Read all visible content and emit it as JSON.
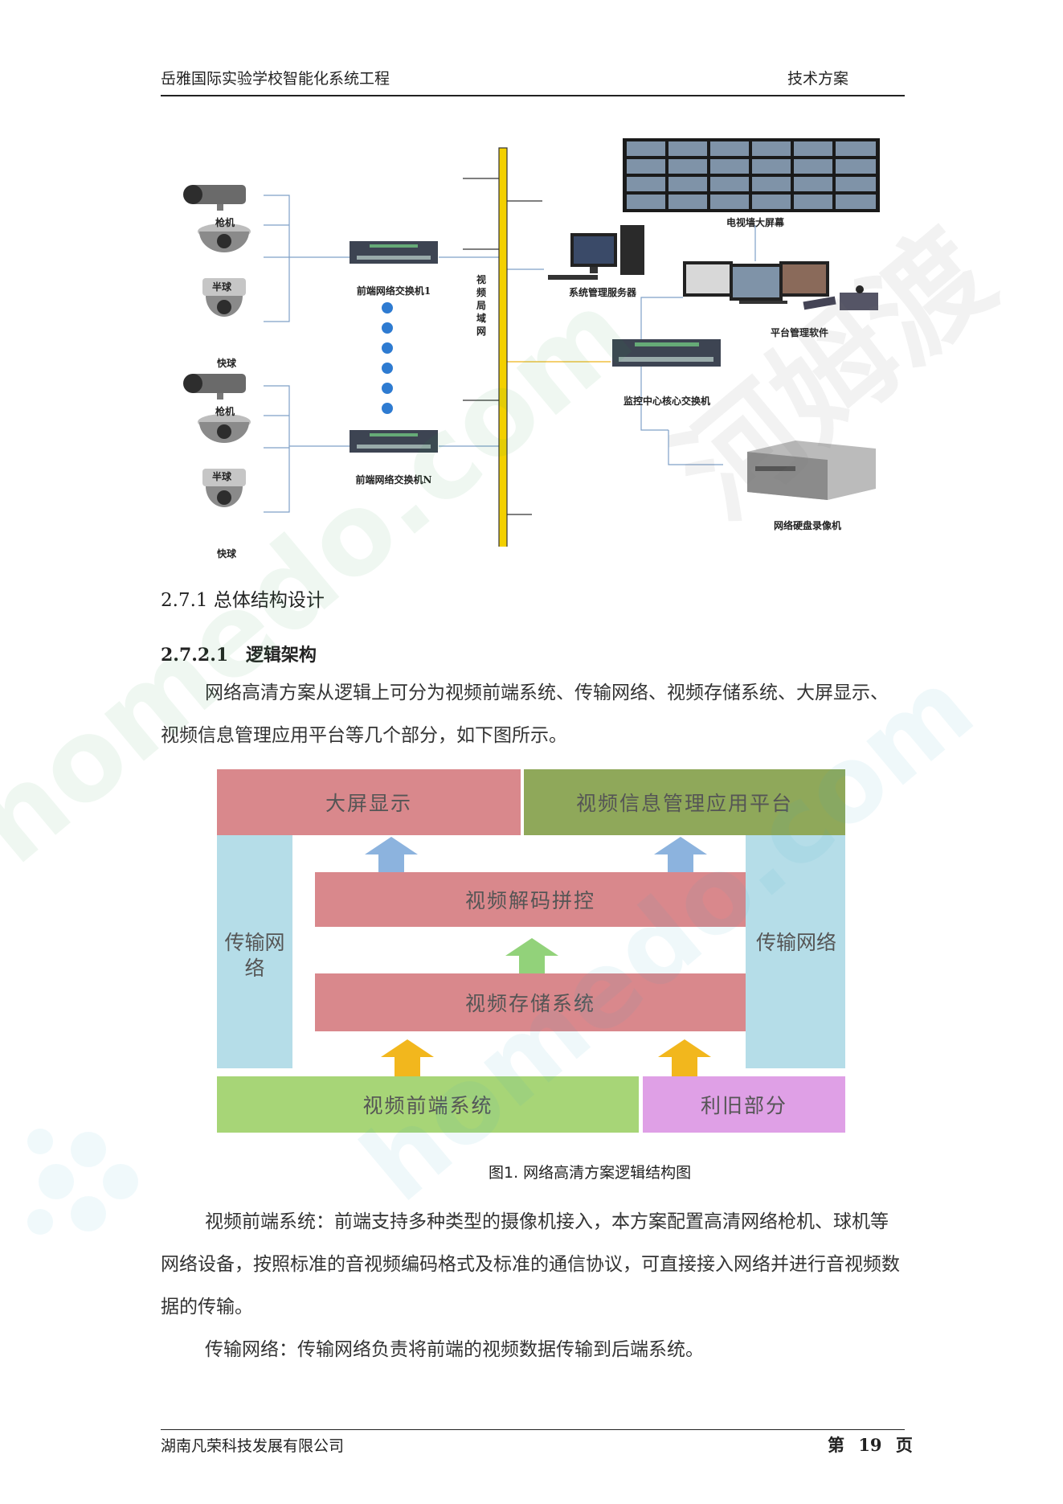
{
  "header": {
    "left": "岳雅国际实验学校智能化系统工程",
    "right": "技术方案"
  },
  "network_diagram": {
    "cameras": [
      "枪机",
      "半球",
      "快球",
      "枪机",
      "半球",
      "快球"
    ],
    "switch_1": "前端网络交换机1",
    "switch_n": "前端网络交换机N",
    "lan_label": "视频局域网",
    "server": "系统管理服务器",
    "video_wall": "电视墙大屏幕",
    "platform": "平台管理软件",
    "core_switch": "监控中心核心交换机",
    "nvr": "网络硬盘录像机"
  },
  "section": {
    "heading_1": "2.7.1 总体结构设计",
    "heading_2_num": "2.7.2.1",
    "heading_2_text": "逻辑架构",
    "intro": "网络高清方案从逻辑上可分为视频前端系统、传输网络、视频存储系统、大屏显示、视频信息管理应用平台等几个部分，如下图所示。"
  },
  "logic_diagram": {
    "big_screen": "大屏显示",
    "platform": "视频信息管理应用平台",
    "decode": "视频解码拼控",
    "storage": "视频存储系统",
    "frontend": "视频前端系统",
    "reuse": "利旧部分",
    "transport_left": "传输网络",
    "transport_right": "传输网络",
    "colors": {
      "pink": "#d9888c",
      "green_dark": "#8fa85a",
      "green_light": "#a7d577",
      "blue_light": "#b5dde8",
      "purple": "#dfa0e6",
      "arrow_blue": "#8cb3de",
      "arrow_green": "#92d27a",
      "arrow_yellow": "#f2b71d"
    }
  },
  "figure_caption": "图1. 网络高清方案逻辑结构图",
  "paragraphs": [
    "视频前端系统：前端支持多种类型的摄像机接入，本方案配置高清网络枪机、球机等网络设备，按照标准的音视频编码格式及标准的通信协议，可直接接入网络并进行音视频数据的传输。",
    "传输网络：传输网络负责将前端的视频数据传输到后端系统。"
  ],
  "footer": {
    "company": "湖南凡荣科技发展有限公司",
    "page_prefix": "第",
    "page_num": "19",
    "page_suffix": "页"
  }
}
